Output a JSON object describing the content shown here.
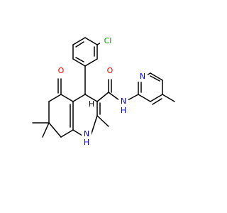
{
  "atoms": {
    "cl": "Cl",
    "o": "O",
    "o_amide": "O",
    "n_amide": "N",
    "h_amide": "H",
    "n_pyridine": "N",
    "n_ring": "N",
    "h_ring": "H",
    "h_c4": "H"
  },
  "colors": {
    "carbon": "#000000",
    "chlorine": "#00a000",
    "oxygen": "#ff0000",
    "nitrogen": "#0000ff"
  }
}
